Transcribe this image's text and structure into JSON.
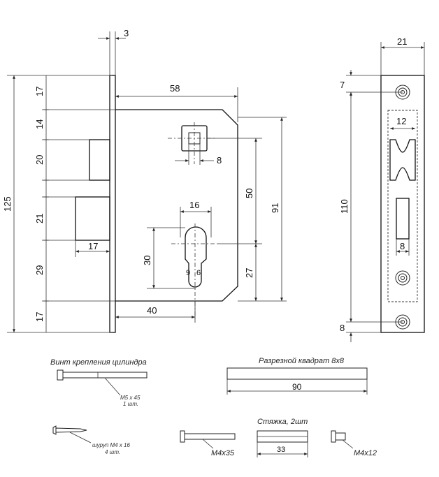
{
  "dimensions": {
    "plate_thickness": "3",
    "body_width": "58",
    "top_offset": "17",
    "spindle_height": "14",
    "latch_height": "20",
    "deadbolt_height": "21",
    "lower_gap": "29",
    "bottom_offset": "17",
    "overall_height": "125",
    "square_size": "8",
    "cylinder_width": "16",
    "cylinder_height": "30",
    "cylinder_left": "9",
    "cylinder_right": "6",
    "backset": "40",
    "bolt_projection": "17",
    "spindle_to_cylinder": "50",
    "body_height": "91",
    "cylinder_to_bottom": "27",
    "faceplate_width": "21",
    "slot_width": "12",
    "screw_top": "7",
    "screw_span": "110",
    "bolt_slot_width": "8",
    "screw_bottom": "8"
  },
  "parts": {
    "cylinder_screw_title": "Винт крепления цилиндра",
    "cylinder_screw_size": "М5 х 45",
    "cylinder_screw_qty": "1 шт.",
    "split_square_title": "Разрезной квадрат 8х8",
    "split_square_length": "90",
    "wood_screw_size": "шуруп М4 х 16",
    "wood_screw_qty": "4 шт.",
    "tie_title": "Стяжка, 2шт",
    "tie_screw_long": "М4х35",
    "tie_sleeve_length": "33",
    "tie_screw_short": "М4х12"
  }
}
